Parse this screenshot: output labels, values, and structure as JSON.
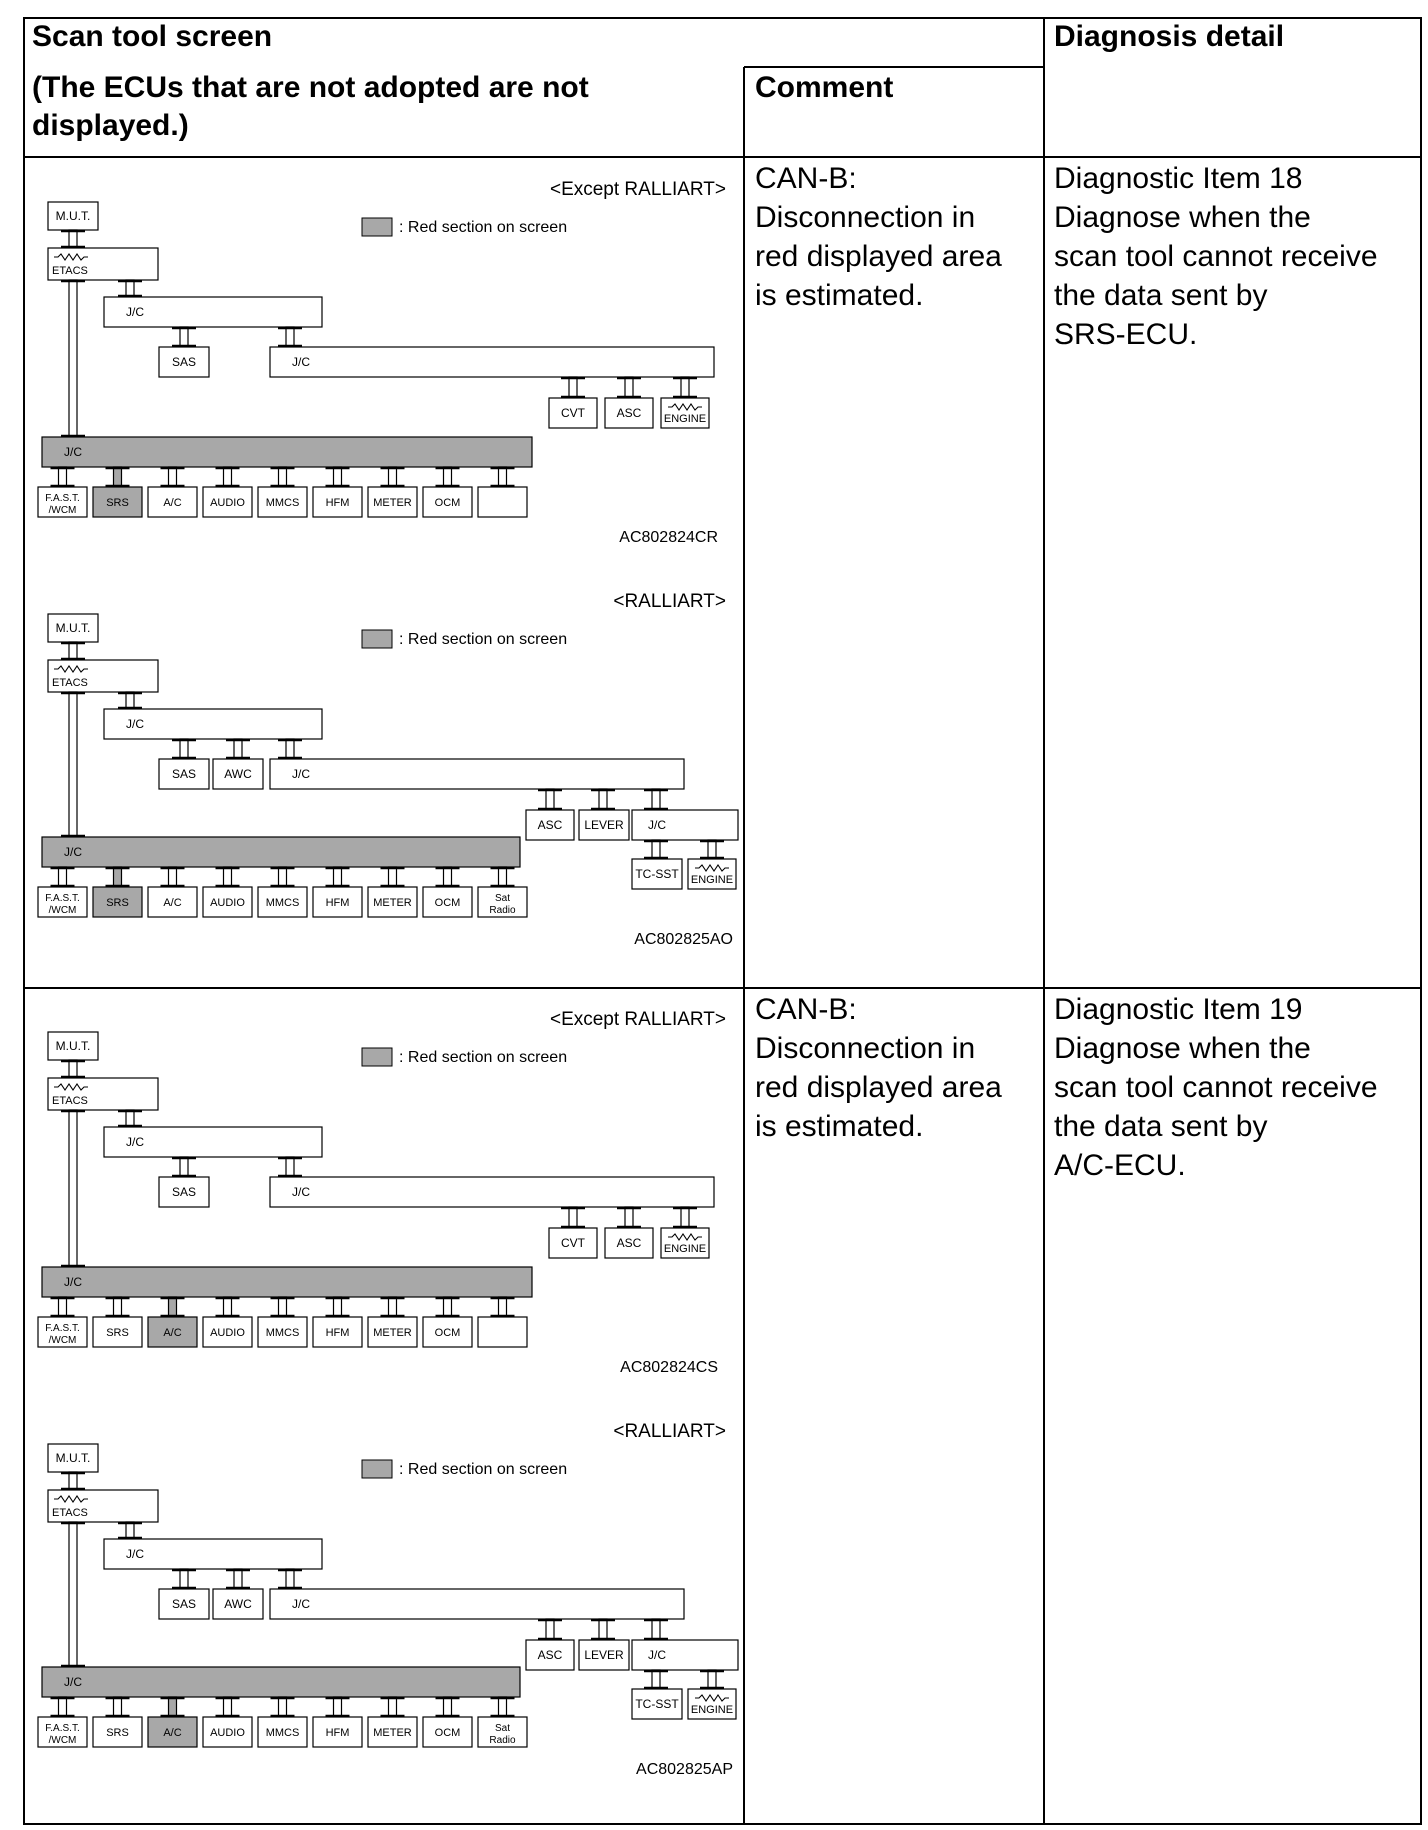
{
  "headers": {
    "scan_tool_screen": "Scan tool screen",
    "ecus_note_line1": "(The ECUs that are not adopted are not",
    "ecus_note_line2": "displayed.)",
    "comment": "Comment",
    "diagnosis_detail": "Diagnosis detail"
  },
  "legend_text": ": Red section on screen",
  "rows": [
    {
      "comment_lines": [
        "CAN-B:",
        "Disconnection in",
        "red displayed area",
        "is estimated."
      ],
      "detail_lines": [
        "Diagnostic Item 18",
        "Diagnose when the",
        "scan tool cannot receive",
        "the data sent by",
        "SRS-ECU."
      ],
      "diagrams": [
        {
          "variant": "<Except RALLIART>",
          "figure_id": "AC802824CR",
          "red_ecu": "SRS"
        },
        {
          "variant": "<RALLIART>",
          "figure_id": "AC802825AO",
          "red_ecu": "SRS"
        }
      ]
    },
    {
      "comment_lines": [
        "CAN-B:",
        "Disconnection in",
        "red displayed area",
        "is estimated."
      ],
      "detail_lines": [
        "Diagnostic Item 19",
        "Diagnose when the",
        "scan tool cannot receive",
        "the data sent by",
        "A/C-ECU."
      ],
      "diagrams": [
        {
          "variant": "<Except RALLIART>",
          "figure_id": "AC802824CS",
          "red_ecu": "A/C"
        },
        {
          "variant": "<RALLIART>",
          "figure_id": "AC802825AP",
          "red_ecu": "A/C"
        }
      ]
    }
  ],
  "ecu_labels": {
    "mut": "M.U.T.",
    "etacs": "ETACS",
    "jc": "J/C",
    "sas": "SAS",
    "awc": "AWC",
    "cvt": "CVT",
    "asc": "ASC",
    "lever": "LEVER",
    "engine": "ENGINE",
    "tcsst": "TC-SST",
    "bottom_std": [
      "F.A.S.T.|/WCM",
      "SRS",
      "A/C",
      "AUDIO",
      "MMCS",
      "HFM",
      "METER",
      "OCM",
      ""
    ],
    "bottom_ral": [
      "F.A.S.T.|/WCM",
      "SRS",
      "A/C",
      "AUDIO",
      "MMCS",
      "HFM",
      "METER",
      "OCM",
      "Sat|Radio"
    ]
  }
}
